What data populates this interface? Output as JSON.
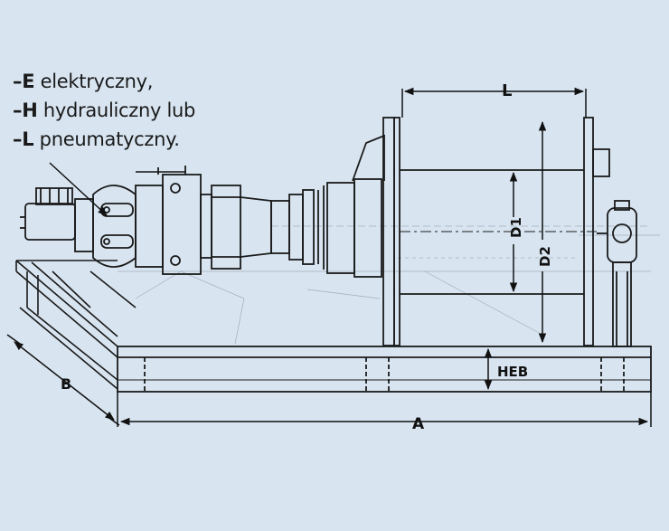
{
  "drive_options": [
    {
      "code": "–E",
      "text": " elektryczny,"
    },
    {
      "code": "–H",
      "text": " hydrauliczny  lub"
    },
    {
      "code": "–L",
      "text": " pneumatyczny."
    }
  ],
  "dimensions": {
    "L": "L",
    "D1": "D1",
    "D2": "D2",
    "HEB": "HEB",
    "A": "A",
    "B": "B"
  },
  "colors": {
    "background": "#d8e5f1",
    "line": "#1a1a1a",
    "faint": "#8a96a3"
  }
}
